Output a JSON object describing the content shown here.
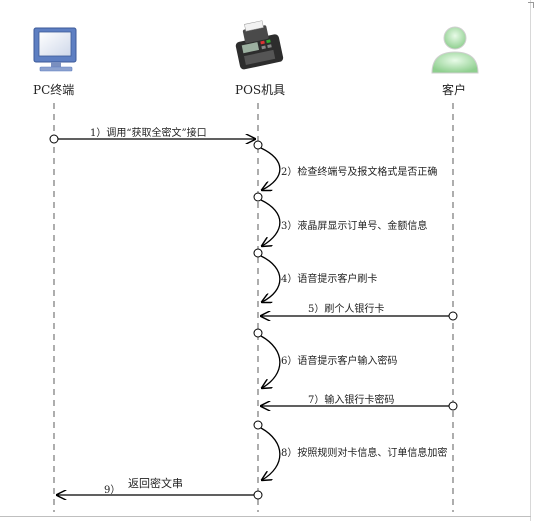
{
  "actors": {
    "pc": "PC终端",
    "pos": "POS机具",
    "customer": "客户"
  },
  "icons": {
    "pc": "monitor-icon",
    "pos": "pos-terminal-icon",
    "customer": "user-icon"
  },
  "messages": [
    "1）调用“获取全密文”接口",
    "2）检查终端号及报文格式是否正确",
    "3）液晶屏显示订单号、金额信息",
    "4）语音提示客户刷卡",
    "5）刷个人银行卡",
    "6）语音提示客户输入密码",
    "7）输入银行卡密码",
    "8）按照规则对卡信息、订单信息加密",
    "9）",
    "返回密文串"
  ],
  "colors": {
    "line": "#000000",
    "lifeline": "#777777",
    "monitor": "#6f8fcf",
    "user": "#9fd89f"
  }
}
